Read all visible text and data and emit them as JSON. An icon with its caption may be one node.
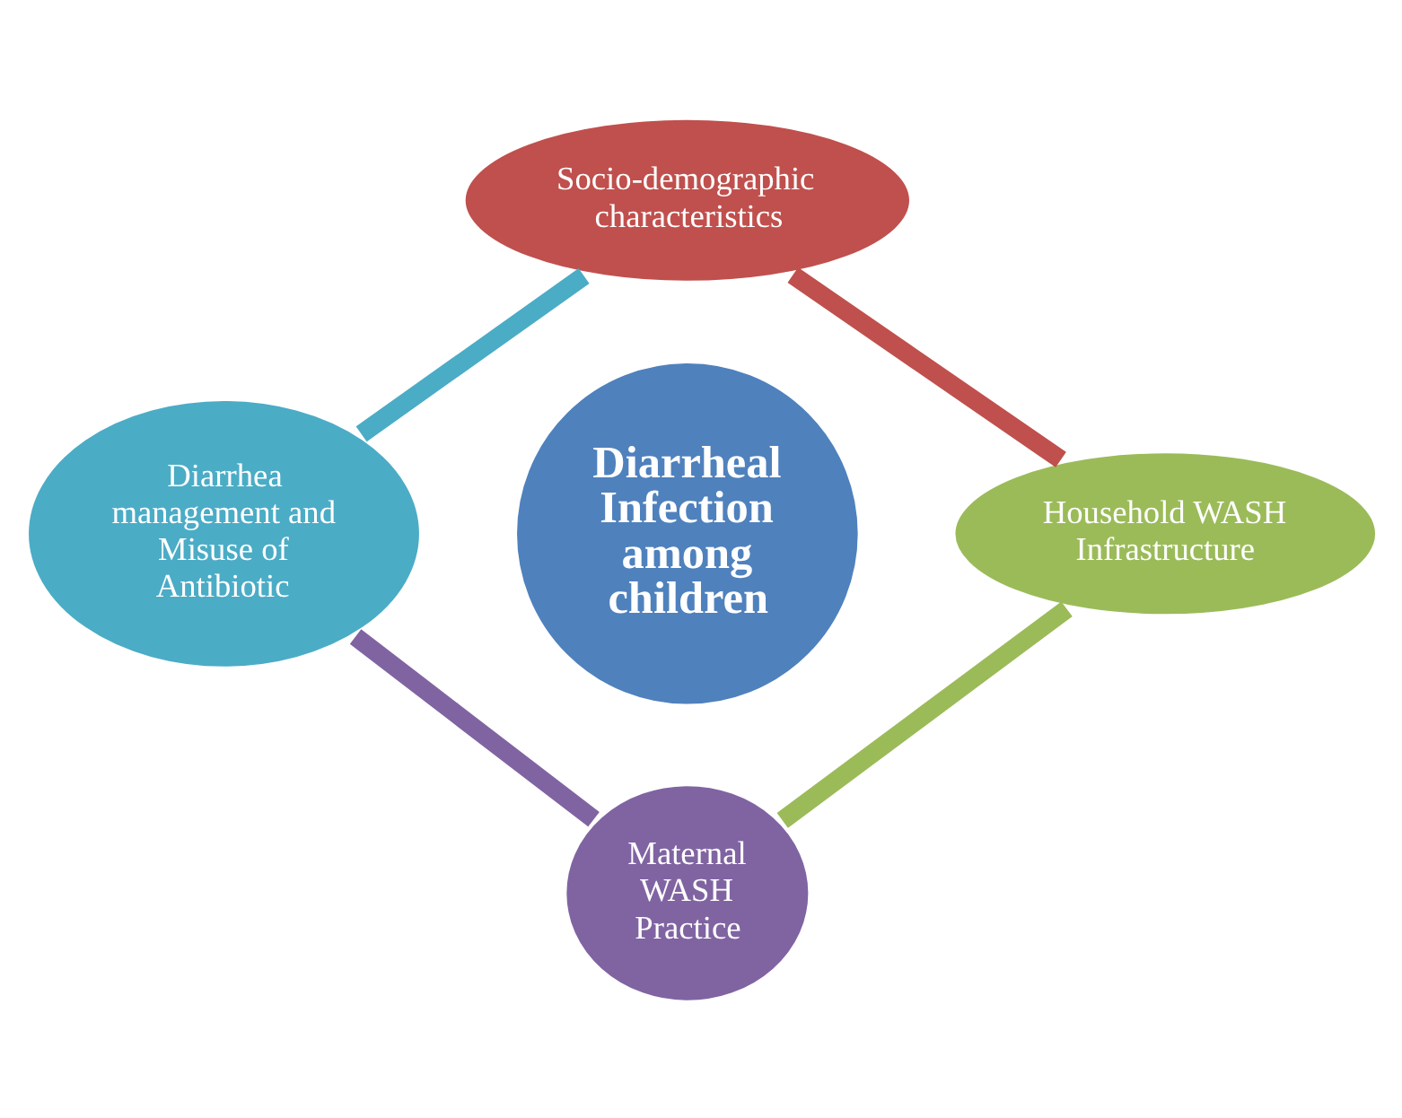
{
  "diagram": {
    "nodes": [
      {
        "text": [
          "Socio-demographic characteristics"
        ]
      },
      {
        "text": [
          "Diarrhea management and Misuse of Antibiotic"
        ]
      },
      {
        "text": [
          "Diarrheal Infection among children"
        ]
      },
      {
        "text": [
          "Household WASH Infrastructure"
        ]
      },
      {
        "text": [
          "Maternal WASH Practice"
        ]
      }
    ],
    "edges": [
      {
        "from": 0,
        "to": 3,
        "arrow": "none",
        "color": "#c0504d"
      },
      {
        "from": 3,
        "to": 4,
        "arrow": "none",
        "color": "#9bbb59"
      },
      {
        "from": 1,
        "to": 4,
        "arrow": "none",
        "color": "#8064a2"
      },
      {
        "from": 0,
        "to": 1,
        "arrow": "none",
        "color": "#4bacc6"
      }
    ]
  }
}
